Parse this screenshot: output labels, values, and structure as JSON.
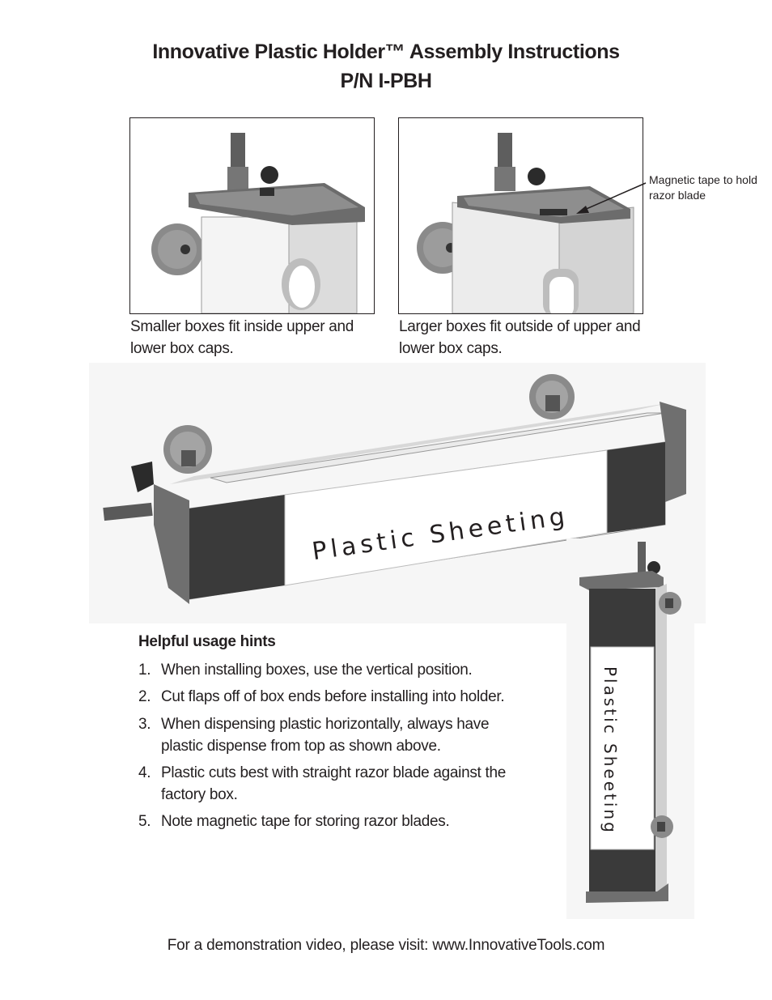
{
  "header": {
    "title_line1": "Innovative Plastic Holder™ Assembly Instructions",
    "title_line2": "P/N I-PBH"
  },
  "figures": {
    "photo_small_box": {
      "caption": "Smaller boxes fit inside upper and lower box caps."
    },
    "photo_large_box": {
      "caption": "Larger boxes fit outside of upper and lower box caps.",
      "callout": "Magnetic tape to hold razor blade"
    },
    "horizontal_holder": {
      "box_label": "Plastic Sheeting"
    },
    "vertical_holder": {
      "box_label": "Plastic Sheeting"
    }
  },
  "hints": {
    "title": "Helpful usage hints",
    "items": [
      {
        "num": "1.",
        "text": "When installing boxes, use the vertical position."
      },
      {
        "num": "2.",
        "text": "Cut flaps off of box ends before installing into holder."
      },
      {
        "num": "3.",
        "text": "When dispensing plastic horizontally, always have plastic dispense from top as shown above."
      },
      {
        "num": "4.",
        "text": "Plastic cuts best with straight razor blade against the factory box."
      },
      {
        "num": "5.",
        "text": "Note magnetic tape for storing razor blades."
      }
    ]
  },
  "footer": {
    "text": "For a demonstration video, please visit:  www.InnovativeTools.com"
  },
  "colors": {
    "ink": "#231f20",
    "metal": "#6f6f6f",
    "box_dark": "#3a3a3a"
  }
}
